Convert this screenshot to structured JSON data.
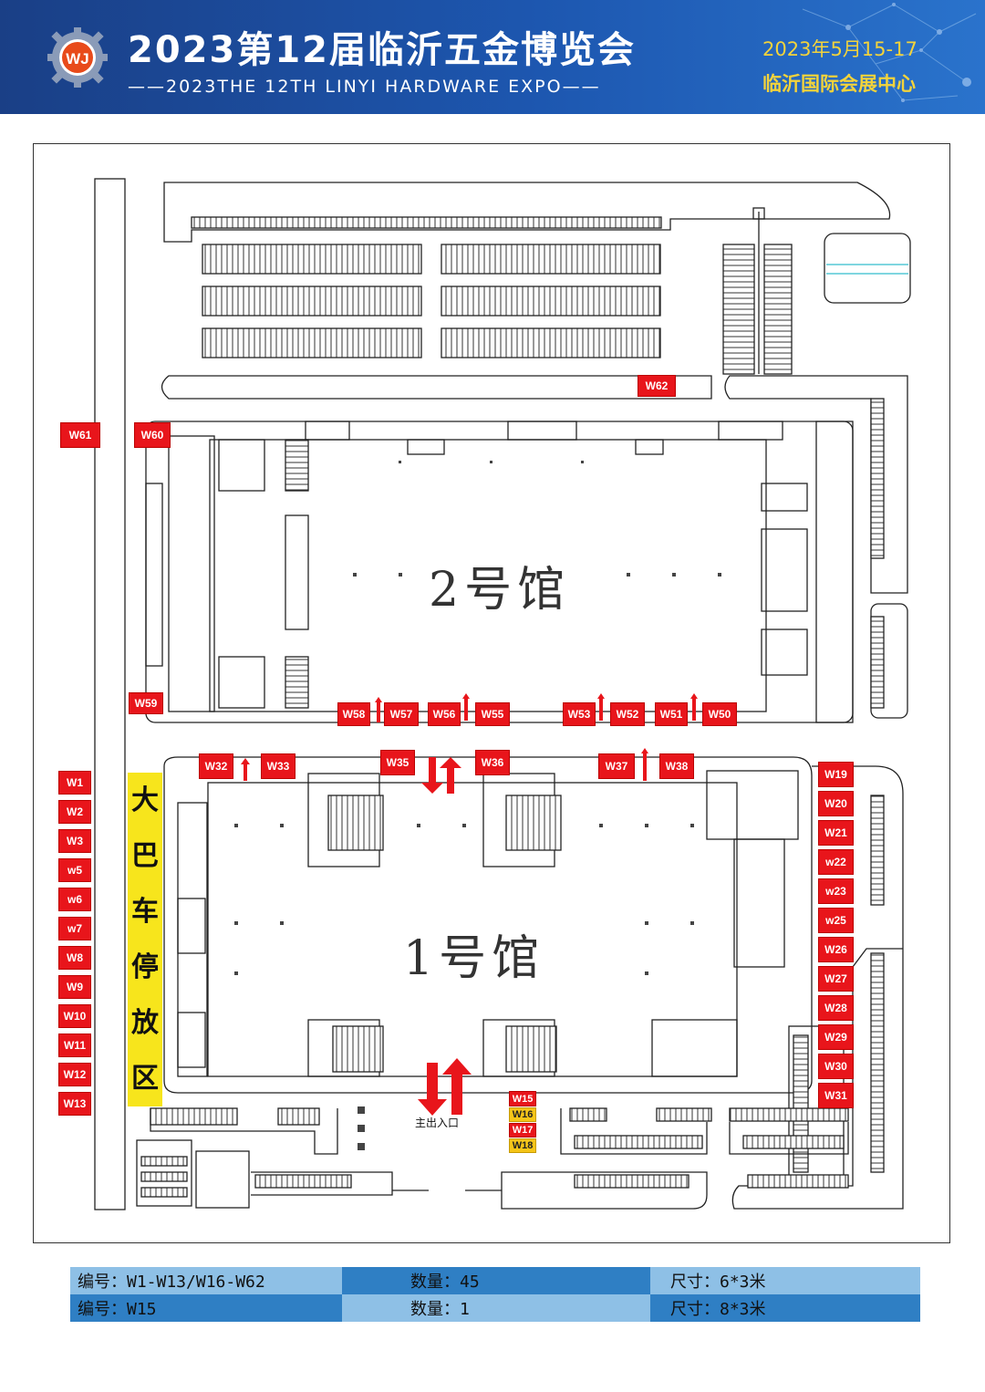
{
  "header": {
    "title": "2023第12届临沂五金博览会",
    "subtitle": "——2023THE 12TH LINYI HARDWARE EXPO——",
    "date": "2023年5月15-17",
    "venue": "临沂国际会展中心",
    "logo_text": "WJ"
  },
  "map": {
    "hall2_label": "2号馆",
    "hall1_label": "1号馆",
    "bus_parking": [
      "大",
      "巴",
      "车",
      "停",
      "放",
      "区"
    ],
    "main_entrance": "主出入口"
  },
  "booths": {
    "W61": "W61",
    "W60": "W60",
    "W62": "W62",
    "W59": "W59",
    "W58": "W58",
    "W57": "W57",
    "W56": "W56",
    "W55": "W55",
    "W53": "W53",
    "W52": "W52",
    "W51": "W51",
    "W50": "W50",
    "W32": "W32",
    "W33": "W33",
    "W35": "W35",
    "W36": "W36",
    "W37": "W37",
    "W38": "W38",
    "W1": "W1",
    "W2": "W2",
    "W3": "W3",
    "w5": "w5",
    "w6": "w6",
    "w7": "w7",
    "W8": "W8",
    "W9": "W9",
    "W10": "W10",
    "W11": "W11",
    "W12": "W12",
    "W13": "W13",
    "W19": "W19",
    "W20": "W20",
    "W21": "W21",
    "w22": "w22",
    "w23": "w23",
    "w25": "w25",
    "W26": "W26",
    "W27": "W27",
    "W28": "W28",
    "W29": "W29",
    "W30": "W30",
    "W31": "W31",
    "W15": "W15",
    "W16": "W16",
    "W17": "W17",
    "W18": "W18"
  },
  "legend": [
    {
      "code": "编号：W1-W13/W16-W62",
      "count": "数量：45",
      "size": "尺寸：6*3米"
    },
    {
      "code": "编号：W15",
      "count": "数量：1",
      "size": "尺寸：8*3米"
    }
  ],
  "colors": {
    "header_blue": "#1d57b0",
    "booth_red": "#e8151b",
    "booth_yellow": "#f5c518",
    "bus_yellow": "#f7e51c",
    "accent_yellow": "#f3d33b",
    "legend_dark": "#2f7fc4",
    "legend_light": "#8ec0e6"
  }
}
